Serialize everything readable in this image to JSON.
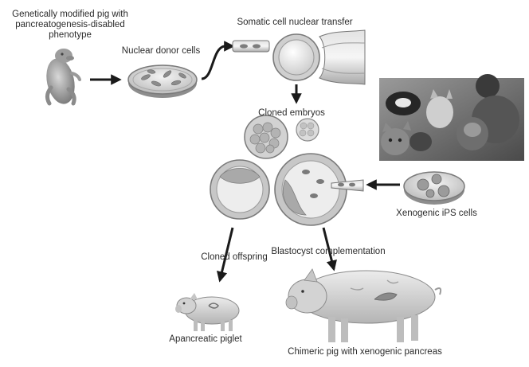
{
  "diagram": {
    "labels": {
      "gm_pig": "Genetically modified pig with pancreatogenesis-disabled phenotype",
      "donor_cells": "Nuclear donor cells",
      "scnt": "Somatic cell nuclear transfer",
      "cloned_embryos": "Cloned embryos",
      "ips_cells": "Xenogenic iPS cells",
      "cloned_offspring": "Cloned offspring",
      "blastocyst_complementation": "Blastocyst complementation",
      "apancreatic_piglet": "Apancreatic piglet",
      "chimeric_pig": "Chimeric pig with xenogenic pancreas"
    },
    "colors": {
      "ink": "#2b2b2b",
      "arrow": "#1a1a1a",
      "cell_fill": "#c9c9c9",
      "cell_edge": "#7a7a7a",
      "pig_body": "#d7d7d7",
      "pancreas": "#8a8a8a"
    }
  }
}
